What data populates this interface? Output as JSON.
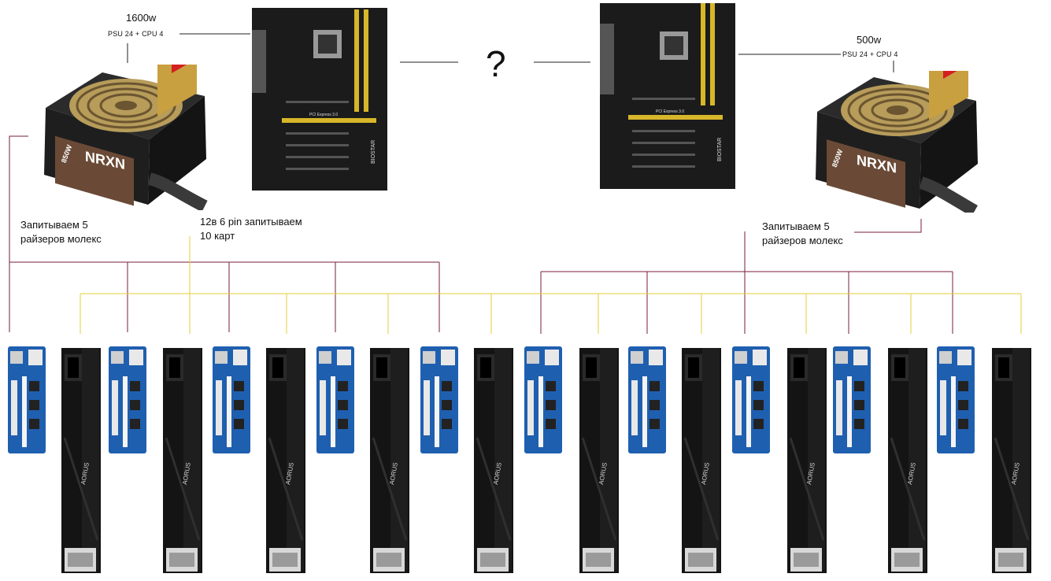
{
  "left_psu": {
    "wattage": "1600w",
    "connectors": "PSU 24 + CPU 4",
    "brand_label": "NRXN",
    "rating_label": "850W",
    "molex_note_line1": "Запитываем 5",
    "molex_note_line2": "райзеров молекс",
    "pcie_note_line1": "12в 6 pin запитываем",
    "pcie_note_line2": "10 карт"
  },
  "right_psu": {
    "wattage": "500w",
    "connectors": "PSU 24 + CPU 4",
    "brand_label": "NRXN",
    "rating_label": "850W",
    "molex_note_line1": "Запитываем 5",
    "molex_note_line2": "райзеров молекс"
  },
  "question_mark": "?",
  "motherboard": {
    "brand": "BIOSTAR",
    "slot_label": "PCI Express 3.0"
  },
  "gpu_brand": "AORUS",
  "wire_colors": {
    "molex": "#7a1e3a",
    "pcie": "#e6cf3a",
    "black": "#222222"
  }
}
